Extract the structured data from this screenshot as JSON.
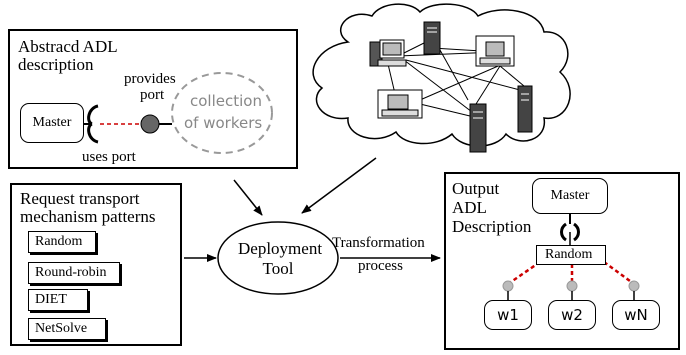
{
  "abstract": {
    "title_line1": "Abstracd ADL",
    "title_line2": "description",
    "master": "Master",
    "provides_line1": "provides",
    "provides_line2": "port",
    "uses_port": "uses port",
    "workers_line1": "collection",
    "workers_line2": "of workers"
  },
  "patterns": {
    "title_line1": "Request transport",
    "title_line2": "mechanism patterns",
    "items": [
      "Random",
      "Round-robin",
      "DIET",
      "NetSolve"
    ]
  },
  "tool": {
    "line1": "Deployment",
    "line2": "Tool"
  },
  "transformation": {
    "line1": "Transformation",
    "line2": "process"
  },
  "output": {
    "title_line1": "Output",
    "title_line2": "ADL",
    "title_line3": "Description",
    "master": "Master",
    "policy": "Random",
    "workers": [
      "w1",
      "w2",
      "wN"
    ]
  }
}
